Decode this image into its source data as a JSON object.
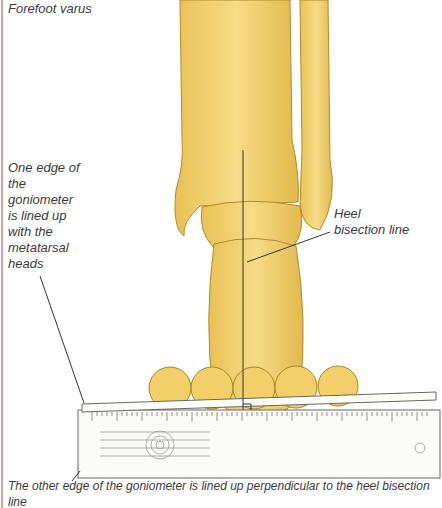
{
  "diagram": {
    "title": "Forefoot varus",
    "labels": [
      "One edge of the goniometer is lined up with the metatarsal heads",
      "Heel bisection line",
      "The other edge of the goniometer is lined up perpendicular to the heel bisection line"
    ]
  }
}
